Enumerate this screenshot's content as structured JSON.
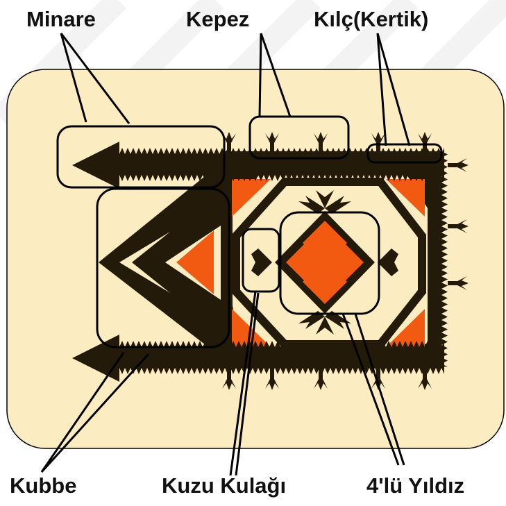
{
  "labels": {
    "minare": "Minare",
    "kepez": "Kepez",
    "kilc": "Kılç(Kertik)",
    "kubbe": "Kubbe",
    "kuzu_kulagi": "Kuzu Kulağı",
    "dortlu_yildiz": "4'lü Yıldız"
  },
  "colors": {
    "panel": "#fcecc2",
    "motif_dark": "#231a0a",
    "motif_orange": "#f25a12",
    "background": "#ffffff",
    "stroke": "#000000"
  },
  "icons": {
    "minare": "arrowhead-with-teeth",
    "kepez": "tassel",
    "kilc": "saw-tooth-edge",
    "kubbe": "chevron-dome",
    "kuzu_kulagi": "leaf-spray",
    "dortlu_yildiz": "four-pointed-star"
  }
}
